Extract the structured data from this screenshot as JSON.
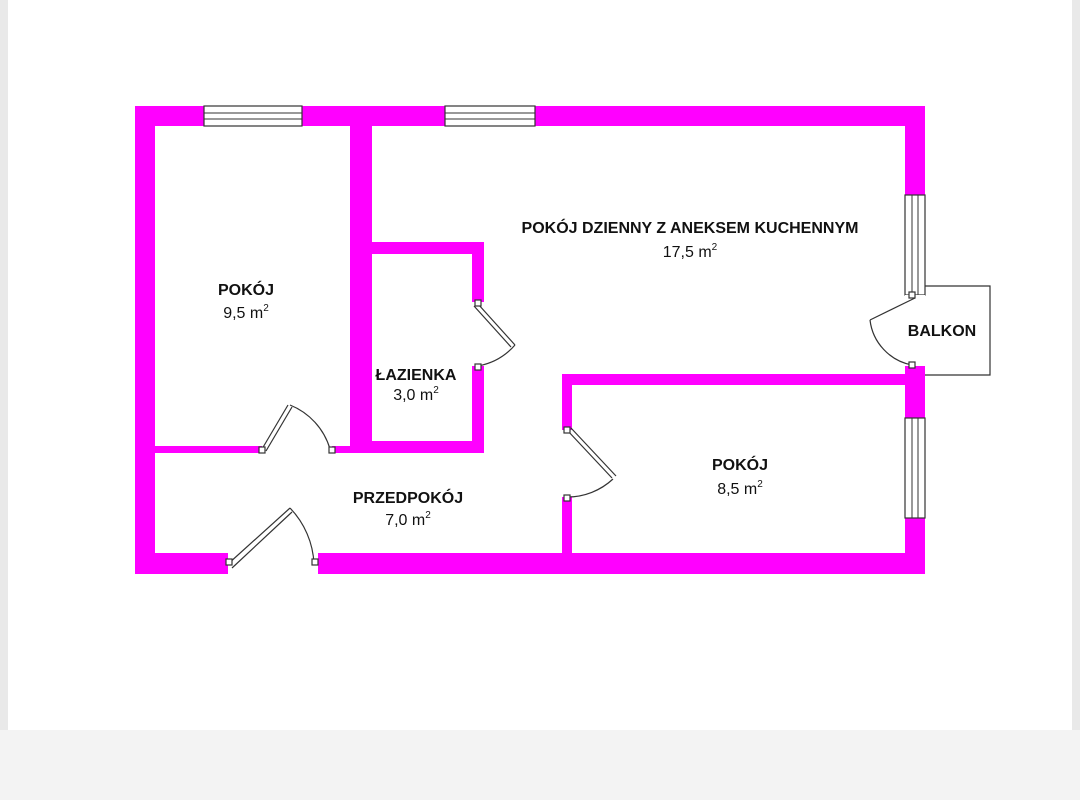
{
  "colors": {
    "wall": "#ff00ff",
    "line": "#333333",
    "text": "#111111",
    "page": "#ffffff"
  },
  "rooms": {
    "bedroom1": {
      "name": "POKÓJ",
      "area": "9,5 m",
      "unit_exp": "2"
    },
    "living": {
      "name": "POKÓJ DZIENNY Z ANEKSEM KUCHENNYM",
      "area": "17,5 m",
      "unit_exp": "2"
    },
    "bathroom": {
      "name": "ŁAZIENKA",
      "area": "3,0 m",
      "unit_exp": "2"
    },
    "hall": {
      "name": "PRZEDPOKÓJ",
      "area": "7,0 m",
      "unit_exp": "2"
    },
    "bedroom2": {
      "name": "POKÓJ",
      "area": "8,5 m",
      "unit_exp": "2"
    },
    "balcony": {
      "name": "BALKON"
    }
  }
}
